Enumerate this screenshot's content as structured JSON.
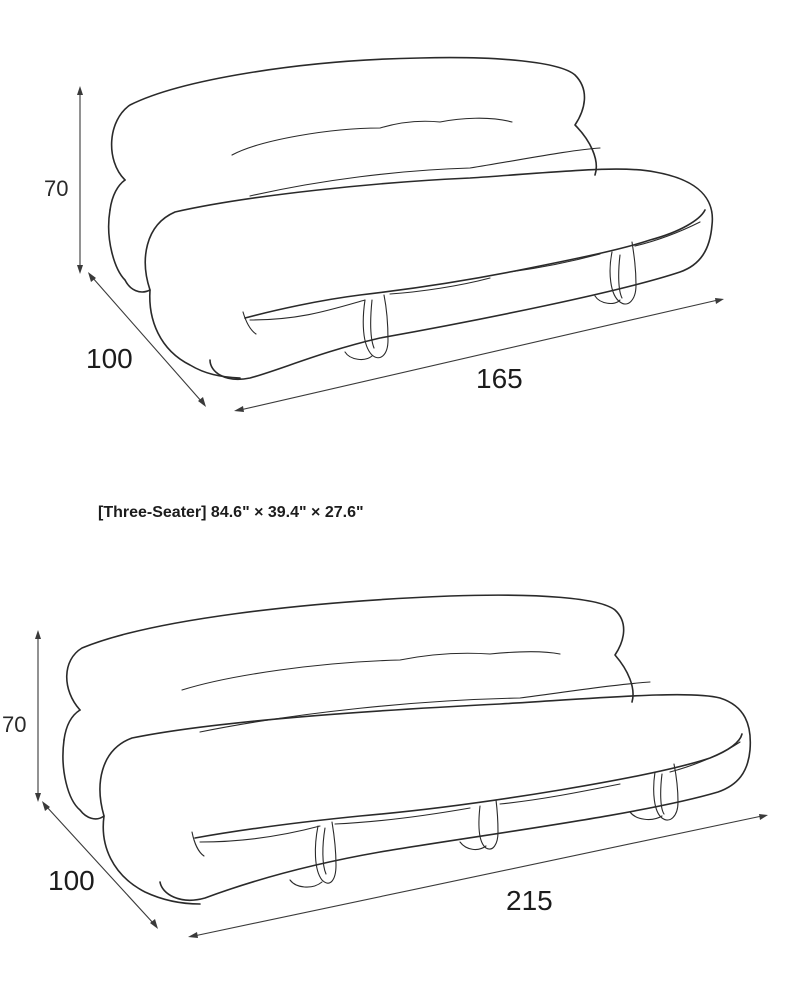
{
  "top_sofa": {
    "height": "70",
    "depth": "100",
    "width": "165"
  },
  "caption": "[Three-Seater] 84.6\" × 39.4\" × 27.6\"",
  "bottom_sofa": {
    "height": "70",
    "depth": "100",
    "width": "215"
  }
}
